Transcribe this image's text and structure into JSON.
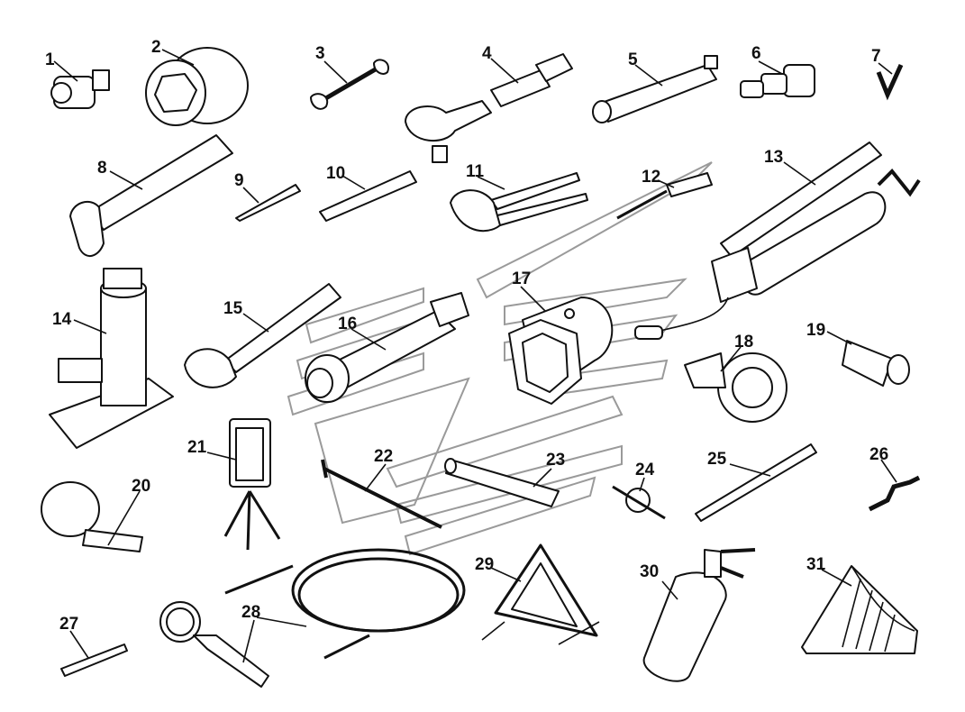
{
  "tools": [
    {
      "id": "1",
      "label": "1"
    },
    {
      "id": "2",
      "label": "2"
    },
    {
      "id": "3",
      "label": "3"
    },
    {
      "id": "4",
      "label": "4"
    },
    {
      "id": "5",
      "label": "5"
    },
    {
      "id": "6",
      "label": "6"
    },
    {
      "id": "7",
      "label": "7"
    },
    {
      "id": "8",
      "label": "8"
    },
    {
      "id": "9",
      "label": "9"
    },
    {
      "id": "10",
      "label": "10"
    },
    {
      "id": "11",
      "label": "11"
    },
    {
      "id": "12",
      "label": "12"
    },
    {
      "id": "13",
      "label": "13"
    },
    {
      "id": "14",
      "label": "14"
    },
    {
      "id": "15",
      "label": "15"
    },
    {
      "id": "16",
      "label": "16"
    },
    {
      "id": "17",
      "label": "17"
    },
    {
      "id": "18",
      "label": "18"
    },
    {
      "id": "19",
      "label": "19"
    },
    {
      "id": "20",
      "label": "20"
    },
    {
      "id": "21",
      "label": "21"
    },
    {
      "id": "22",
      "label": "22"
    },
    {
      "id": "23",
      "label": "23"
    },
    {
      "id": "24",
      "label": "24"
    },
    {
      "id": "25",
      "label": "25"
    },
    {
      "id": "26",
      "label": "26"
    },
    {
      "id": "27",
      "label": "27"
    },
    {
      "id": "28",
      "label": "28"
    },
    {
      "id": "29",
      "label": "29"
    },
    {
      "id": "30",
      "label": "30"
    },
    {
      "id": "31",
      "label": "31"
    }
  ],
  "colors": {
    "ink": "#111111",
    "watermark": "#9a9a9a",
    "background": "#ffffff"
  }
}
